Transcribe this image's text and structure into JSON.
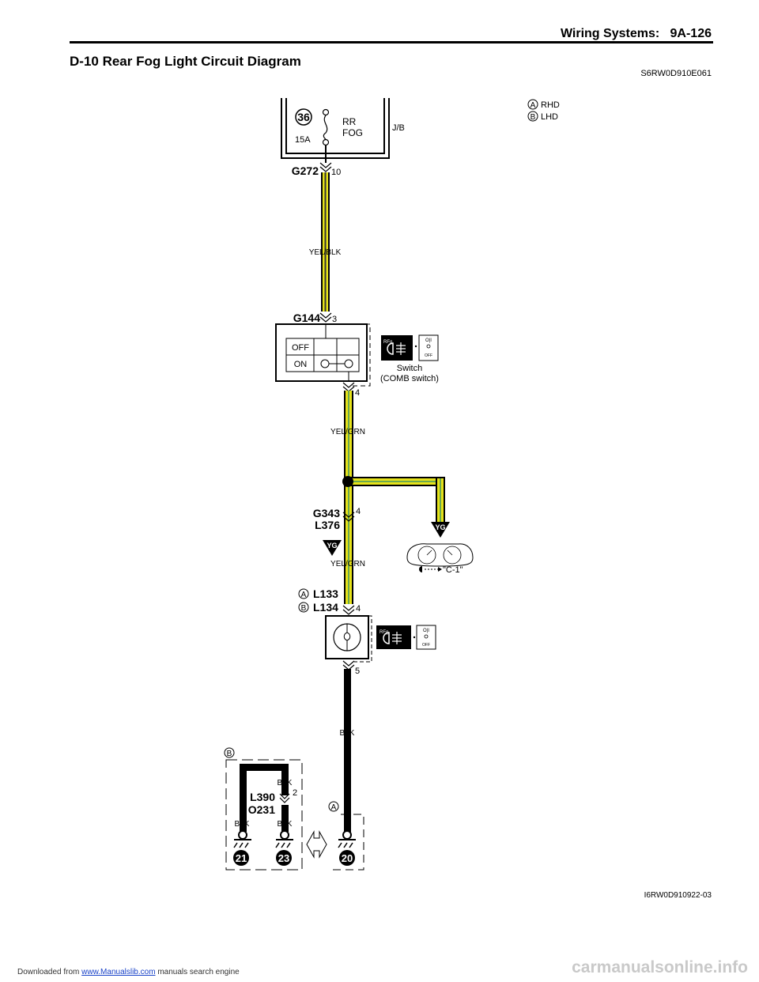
{
  "header": {
    "section": "Wiring Systems:",
    "page": "9A-126"
  },
  "diagram": {
    "title": "D-10 Rear Fog Light Circuit Diagram",
    "code": "S6RW0D910E061",
    "figure_code": "I6RW0D910922-03",
    "legend": [
      {
        "marker": "A",
        "label": "RHD"
      },
      {
        "marker": "B",
        "label": "LHD"
      }
    ],
    "fuse": {
      "number": "36",
      "rating": "15A",
      "name_line1": "RR",
      "name_line2": "FOG",
      "box": "J/B"
    },
    "connectors": {
      "g272": {
        "name": "G272",
        "pin": "10"
      },
      "g144": {
        "name": "G144",
        "pin_in": "3",
        "pin_out": "4"
      },
      "g343": {
        "name": "G343",
        "name2": "L376",
        "pin": "4"
      },
      "l133": {
        "marker_a": "A",
        "name_a": "L133",
        "marker_b": "B",
        "name_b": "L134",
        "pin_in": "4",
        "pin_out": "5"
      },
      "l390": {
        "name": "L390",
        "name2": "O231",
        "pin": "2"
      }
    },
    "wires": {
      "w1": "YEL/BLK",
      "w2": "YEL/GRN",
      "w3": "YEL/GRN",
      "w4": "BLK",
      "blk_a": "BLK",
      "blk_b": "BLK",
      "blk_c": "BLK"
    },
    "switch": {
      "off_label": "OFF",
      "on_label": "ON",
      "caption_line1": "Switch",
      "caption_line2": "(COMB switch)"
    },
    "switch_icon": {
      "rfg": "RFg",
      "off": "OFF"
    },
    "meter": {
      "ref": "\"C-1\"",
      "tag": "YG"
    },
    "yg_tag": "YG",
    "grounds": [
      {
        "number": "21"
      },
      {
        "number": "23"
      },
      {
        "number": "20"
      }
    ],
    "ground_markers": {
      "b": "B",
      "a": "A"
    }
  },
  "footer": {
    "downloaded": "Downloaded from",
    "link": "www.Manualslib.com",
    "tail": "manuals search engine",
    "watermark": "carmanualsonline.info"
  },
  "colors": {
    "wire_yellow": "#e6e21a",
    "wire_green": "#6aa84f",
    "wire_black": "#000000"
  }
}
